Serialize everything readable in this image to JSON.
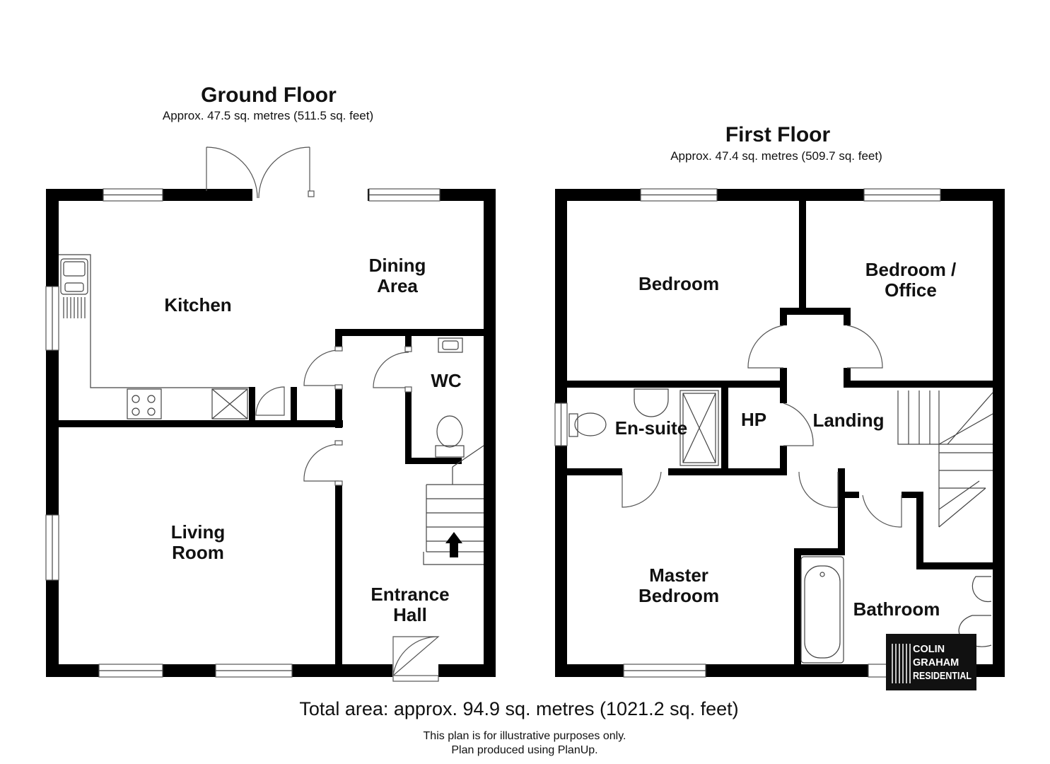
{
  "ground_floor": {
    "title": "Ground Floor",
    "area": "Approx. 47.5 sq. metres (511.5 sq. feet)",
    "rooms": {
      "kitchen": "Kitchen",
      "dining_l1": "Dining",
      "dining_l2": "Area",
      "wc": "WC",
      "living_l1": "Living",
      "living_l2": "Room",
      "hall_l1": "Entrance",
      "hall_l2": "Hall"
    }
  },
  "first_floor": {
    "title": "First Floor",
    "area": "Approx. 47.4 sq. metres (509.7 sq. feet)",
    "rooms": {
      "bedroom": "Bedroom",
      "office_l1": "Bedroom /",
      "office_l2": "Office",
      "ensuite": "En-suite",
      "hp": "HP",
      "landing": "Landing",
      "master_l1": "Master",
      "master_l2": "Bedroom",
      "bathroom": "Bathroom"
    }
  },
  "total_area": "Total area: approx. 94.9 sq. metres (1021.2 sq. feet)",
  "disclaimer_l1": "This plan is for illustrative purposes only.",
  "disclaimer_l2": "Plan produced using PlanUp.",
  "logo": {
    "l1": "COLIN",
    "l2": "GRAHAM",
    "l3": "RESIDENTIAL"
  }
}
